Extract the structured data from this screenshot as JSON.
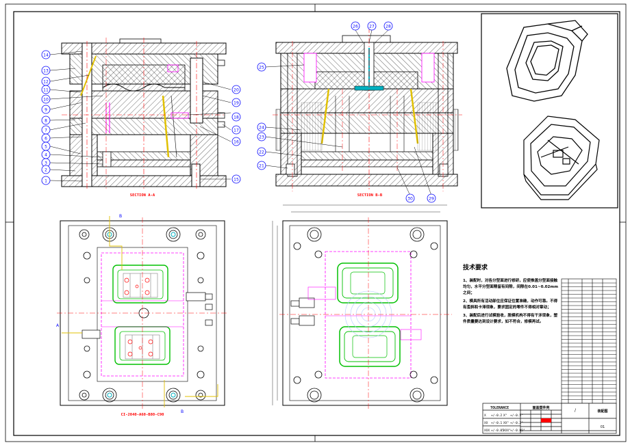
{
  "sections": {
    "a_a": "SECTION A-A",
    "b_b": "SECTION B-B",
    "plan_code": "CI-2040-A60-B80-C90"
  },
  "cut_marks": {
    "a": "A",
    "b": "B"
  },
  "callouts_left": [
    "14",
    "13",
    "12",
    "11",
    "10",
    "9",
    "8",
    "7",
    "6",
    "5",
    "4",
    "3",
    "2",
    "1"
  ],
  "callouts_right_a": [
    "20",
    "19",
    "18",
    "17",
    "16",
    "15"
  ],
  "callouts_top_b": [
    "26",
    "27",
    "28"
  ],
  "callouts_left_b": [
    "25",
    "24",
    "23",
    "22",
    "21"
  ],
  "callouts_bottom_b": [
    "30",
    "29"
  ],
  "tech_req": {
    "title": "技术要求",
    "items": [
      "1、装配时，对各分型面进行修研，应使推盖分型面接触均匀，水平分型面精留有间隙，间隙在0.01~0.02mm之间；",
      "2、模具所有活动部位应保证位置准确，动作可靠。不得有歪斜和卡滞现象，要求固定的零件不得相对窜动；",
      "3、装配后进行试模验收，脱模机构不得有干涉现象，塑件质量要达到设计要求，如不符合，修模再试。"
    ]
  },
  "title_block": {
    "tolerance_label": "TOLERANCE",
    "tol_rows": [
      [
        "X",
        "+/-0.2",
        "X°",
        "+/-0.5°"
      ],
      [
        "XX",
        "+/-0.1",
        "XX°",
        "+/-0.2°"
      ],
      [
        "XXX",
        "+/-0.05",
        "XXX°",
        "+/-0.05°"
      ]
    ],
    "part_name": "面盖塑件壳",
    "scale": "/",
    "drawing_type": "装配图",
    "sheet_no": "01"
  },
  "colors": {
    "line": "#000000",
    "hatch": "#000000",
    "callout": "#0000ff",
    "centerline": "#ff0000",
    "part_green": "#00c000",
    "magenta": "#ff00ff",
    "yellow": "#e0c000",
    "cyan": "#00b0c0"
  }
}
